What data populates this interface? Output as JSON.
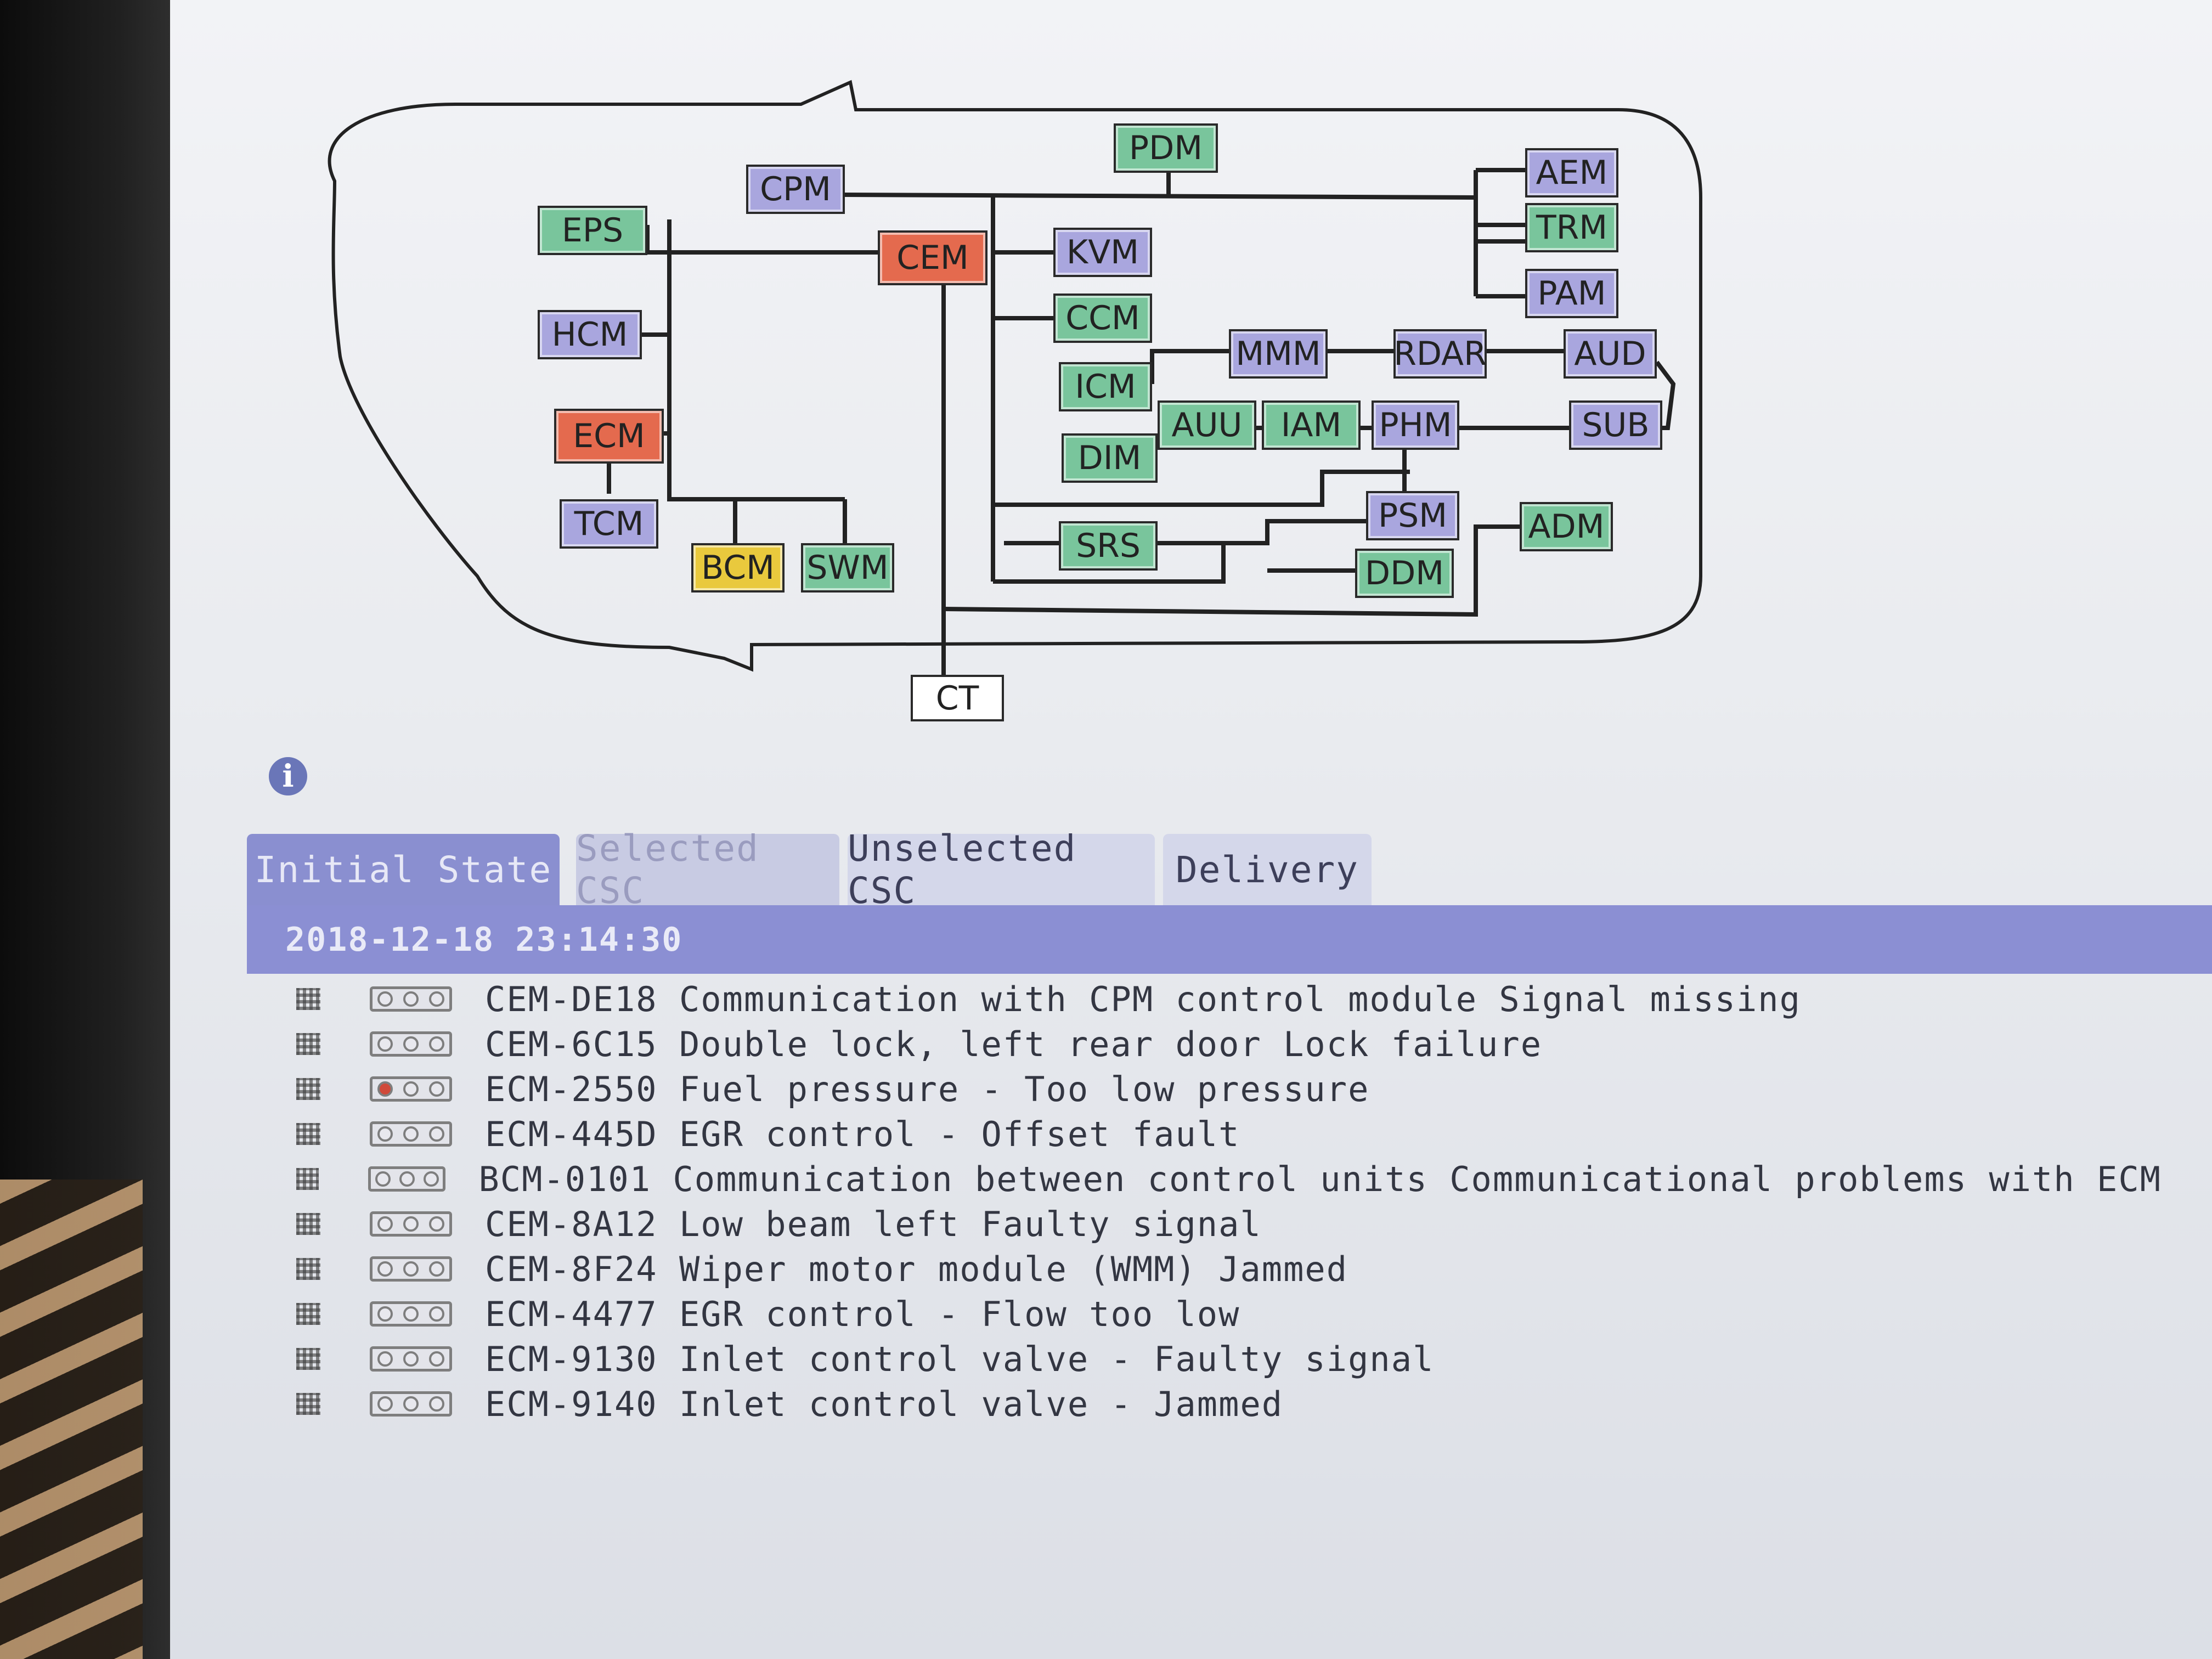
{
  "modules": [
    {
      "id": "pdm",
      "label": "PDM",
      "color": "green"
    },
    {
      "id": "cpm",
      "label": "CPM",
      "color": "lavender"
    },
    {
      "id": "aem",
      "label": "AEM",
      "color": "lavender"
    },
    {
      "id": "eps",
      "label": "EPS",
      "color": "green"
    },
    {
      "id": "trm",
      "label": "TRM",
      "color": "green"
    },
    {
      "id": "cem",
      "label": "CEM",
      "color": "red"
    },
    {
      "id": "kvm",
      "label": "KVM",
      "color": "lavender"
    },
    {
      "id": "pam",
      "label": "PAM",
      "color": "lavender"
    },
    {
      "id": "hcm",
      "label": "HCM",
      "color": "lavender"
    },
    {
      "id": "ccm",
      "label": "CCM",
      "color": "green"
    },
    {
      "id": "mmm",
      "label": "MMM",
      "color": "lavender"
    },
    {
      "id": "rdar",
      "label": "RDAR",
      "color": "lavender"
    },
    {
      "id": "aud",
      "label": "AUD",
      "color": "lavender"
    },
    {
      "id": "icm",
      "label": "ICM",
      "color": "green"
    },
    {
      "id": "ecm",
      "label": "ECM",
      "color": "red"
    },
    {
      "id": "auu",
      "label": "AUU",
      "color": "green"
    },
    {
      "id": "iam",
      "label": "IAM",
      "color": "green"
    },
    {
      "id": "phm",
      "label": "PHM",
      "color": "lavender"
    },
    {
      "id": "sub",
      "label": "SUB",
      "color": "lavender"
    },
    {
      "id": "dim",
      "label": "DIM",
      "color": "green"
    },
    {
      "id": "tcm",
      "label": "TCM",
      "color": "lavender"
    },
    {
      "id": "psm",
      "label": "PSM",
      "color": "lavender"
    },
    {
      "id": "adm",
      "label": "ADM",
      "color": "green"
    },
    {
      "id": "srs",
      "label": "SRS",
      "color": "green"
    },
    {
      "id": "bcm",
      "label": "BCM",
      "color": "yellow"
    },
    {
      "id": "swm",
      "label": "SWM",
      "color": "green"
    },
    {
      "id": "ddm",
      "label": "DDM",
      "color": "green"
    },
    {
      "id": "ct",
      "label": "CT",
      "color": "white"
    }
  ],
  "tabs": {
    "initial_state": "Initial State",
    "selected_csc": "Selected CSC",
    "unselected_csc": "Unselected CSC",
    "delivery": "Delivery"
  },
  "timestamp": "2018-12-18 23:14:30",
  "faults": [
    {
      "text": "CEM-DE18 Communication with CPM control module Signal missing",
      "active": false
    },
    {
      "text": "CEM-6C15 Double lock, left rear door Lock failure",
      "active": false
    },
    {
      "text": "ECM-2550 Fuel pressure - Too low pressure",
      "active": true
    },
    {
      "text": "ECM-445D EGR control - Offset fault",
      "active": false
    },
    {
      "text": "BCM-0101 Communication between control units Communicational problems with ECM",
      "active": false
    },
    {
      "text": "CEM-8A12 Low beam left Faulty signal",
      "active": false
    },
    {
      "text": "CEM-8F24 Wiper motor module (WMM) Jammed",
      "active": false
    },
    {
      "text": "ECM-4477 EGR control - Flow too low",
      "active": false
    },
    {
      "text": "ECM-9130 Inlet control valve - Faulty signal",
      "active": false
    },
    {
      "text": "ECM-9140 Inlet control valve - Jammed",
      "active": false
    }
  ],
  "icons": {
    "info": "info-icon",
    "row_handle": "grip-icon",
    "status": "status-lamps-icon"
  },
  "colors": {
    "lavender": "#a9a6de",
    "green": "#79c59c",
    "red": "#e46a4e",
    "yellow": "#e9c93d",
    "tab_bar": "#8b8fd3"
  }
}
